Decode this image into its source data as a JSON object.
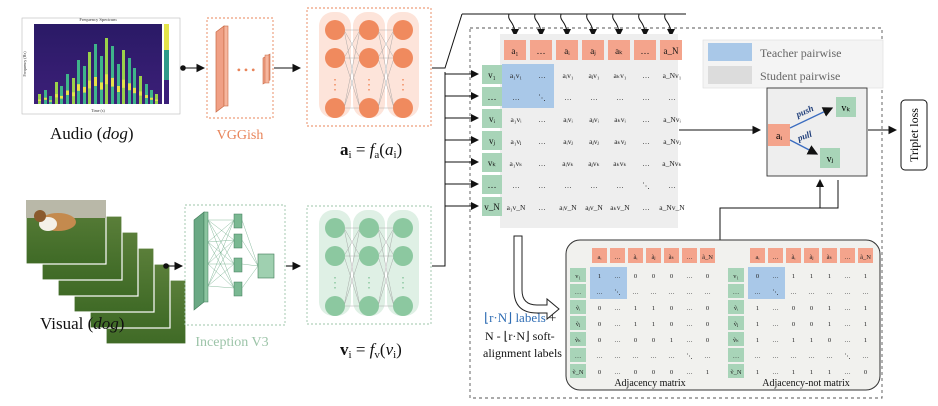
{
  "audio": {
    "spectrum_title": "Frequency Spectrum",
    "spectrum_xlabel": "Time (s)",
    "spectrum_ylabel": "Frequency (Hz)",
    "caption_prefix": "Audio (",
    "caption_italic": "dog",
    "caption_suffix": ")"
  },
  "visual": {
    "caption_prefix": "Visual (",
    "caption_italic": "dog",
    "caption_suffix": ")"
  },
  "models": {
    "audio_model": "VGGish",
    "visual_model": "Inception V3",
    "audio_model_color": "#e8845a",
    "visual_model_color": "#9cc4a8",
    "dots": "• • •"
  },
  "equations": {
    "audio": {
      "lhs": "a",
      "sub": "i",
      "eq": " = ",
      "f": "f",
      "fsub": "a",
      "arg": "a",
      "argsub": "i"
    },
    "visual": {
      "lhs": "v",
      "sub": "i",
      "eq": " = ",
      "f": "f",
      "fsub": "v",
      "arg": "v",
      "argsub": "i"
    }
  },
  "matrix": {
    "col_headers": [
      "a₁",
      "…",
      "aᵢ",
      "aⱼ",
      "aₖ",
      "…",
      "a_N"
    ],
    "row_headers": [
      "v₁",
      "…",
      "vᵢ",
      "vⱼ",
      "vₖ",
      "…",
      "v_N"
    ],
    "rows": [
      [
        "a₁v₁",
        "…",
        "aᵢv₁",
        "aⱼv₁",
        "aₖv₁",
        "…",
        "a_Nv₁"
      ],
      [
        "…",
        "⋱",
        "…",
        "…",
        "…",
        "…",
        "…"
      ],
      [
        "a₁vᵢ",
        "…",
        "aᵢvᵢ",
        "aⱼvᵢ",
        "aₖvᵢ",
        "…",
        "a_Nvᵢ"
      ],
      [
        "a₁vⱼ",
        "…",
        "aᵢvⱼ",
        "aⱼvⱼ",
        "aₖvⱼ",
        "…",
        "a_Nvⱼ"
      ],
      [
        "a₁vₖ",
        "…",
        "aᵢvₖ",
        "aⱼvₖ",
        "aₖvₖ",
        "…",
        "a_Nvₖ"
      ],
      [
        "…",
        "…",
        "…",
        "…",
        "…",
        "⋱",
        "…"
      ],
      [
        "a₁v_N",
        "…",
        "aᵢv_N",
        "aⱼv_N",
        "aₖv_N",
        "…",
        "a_Nv_N"
      ]
    ]
  },
  "legend": {
    "teacher": "Teacher pairwise",
    "student": "Student pairwise",
    "teacher_color": "#a9c8e8",
    "student_color": "#dcdcdc"
  },
  "triplet": {
    "anchor": "aᵢ",
    "pos": "vₖ",
    "neg": "vⱼ",
    "push": "push",
    "pull": "pull",
    "loss": "Triplet loss"
  },
  "labels_note": {
    "line1_colored": "⌊r·N⌋ labels",
    "line1_plus": " +",
    "line2": "N - ⌊r·N⌋ soft-",
    "line3": "alignment labels"
  },
  "adjacency": {
    "col_headers": [
      "aᵢ",
      "…",
      "ãᵢ",
      "ãⱼ",
      "ãₖ",
      "…",
      "ã_N"
    ],
    "row_headers": [
      "v₁",
      "…",
      "ṽᵢ",
      "ṽⱼ",
      "ṽₖ",
      "…",
      "ṽ_N"
    ],
    "rows": [
      [
        "1",
        "…",
        "0",
        "0",
        "0",
        "…",
        "0"
      ],
      [
        "…",
        "⋱",
        "…",
        "…",
        "…",
        "…",
        "…"
      ],
      [
        "0",
        "…",
        "1",
        "1",
        "0",
        "…",
        "0"
      ],
      [
        "0",
        "…",
        "1",
        "1",
        "0",
        "…",
        "0"
      ],
      [
        "0",
        "…",
        "0",
        "0",
        "1",
        "…",
        "0"
      ],
      [
        "…",
        "…",
        "…",
        "…",
        "…",
        "⋱",
        "…"
      ],
      [
        "0",
        "…",
        "0",
        "0",
        "0",
        "…",
        "1"
      ]
    ],
    "caption": "Adjacency matrix"
  },
  "adjacency_not": {
    "col_headers": [
      "aᵢ",
      "…",
      "ãᵢ",
      "ãⱼ",
      "ãₖ",
      "…",
      "ã_N"
    ],
    "row_headers": [
      "v₁",
      "…",
      "ṽᵢ",
      "ṽⱼ",
      "ṽₖ",
      "…",
      "ṽ_N"
    ],
    "rows": [
      [
        "0",
        "…",
        "1",
        "1",
        "1",
        "…",
        "1"
      ],
      [
        "…",
        "⋱",
        "…",
        "…",
        "…",
        "…",
        "…"
      ],
      [
        "1",
        "…",
        "0",
        "0",
        "1",
        "…",
        "1"
      ],
      [
        "1",
        "…",
        "0",
        "0",
        "1",
        "…",
        "1"
      ],
      [
        "1",
        "…",
        "1",
        "1",
        "0",
        "…",
        "1"
      ],
      [
        "…",
        "…",
        "…",
        "…",
        "…",
        "⋱",
        "…"
      ],
      [
        "1",
        "…",
        "1",
        "1",
        "1",
        "…",
        "0"
      ]
    ],
    "caption": "Adjacency-not matrix"
  },
  "colors": {
    "audio_cell": "#f4a48c",
    "visual_cell": "#a8d4b8",
    "audio_node": "#f08a5e",
    "audio_panel": "#fde4da",
    "visual_node": "#8cc8a0",
    "visual_panel": "#dff0e5",
    "teacher_block": "#a9c8e8",
    "gray_panel": "#eeeeee"
  }
}
